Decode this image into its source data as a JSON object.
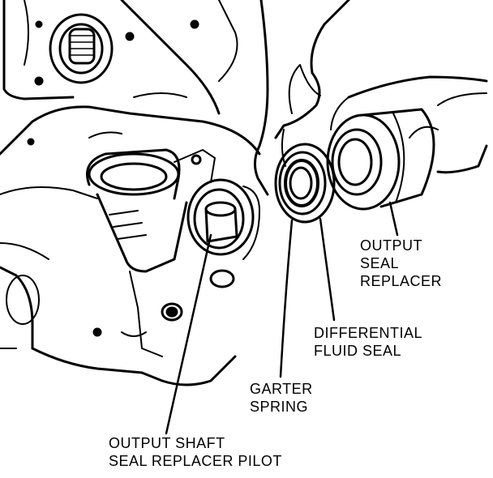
{
  "callouts": {
    "output_seal_replacer": {
      "line1": "OUTPUT",
      "line2": "SEAL",
      "line3": "REPLACER"
    },
    "differential_fluid_seal": {
      "line1": "DIFFERENTIAL",
      "line2": "FLUID SEAL"
    },
    "garter_spring": {
      "line1": "GARTER",
      "line2": "SPRING"
    },
    "output_shaft_pilot": {
      "line1": "OUTPUT SHAFT",
      "line2": "SEAL REPLACER PILOT"
    }
  },
  "colors": {
    "ink": "#000000",
    "paper": "#ffffff"
  }
}
